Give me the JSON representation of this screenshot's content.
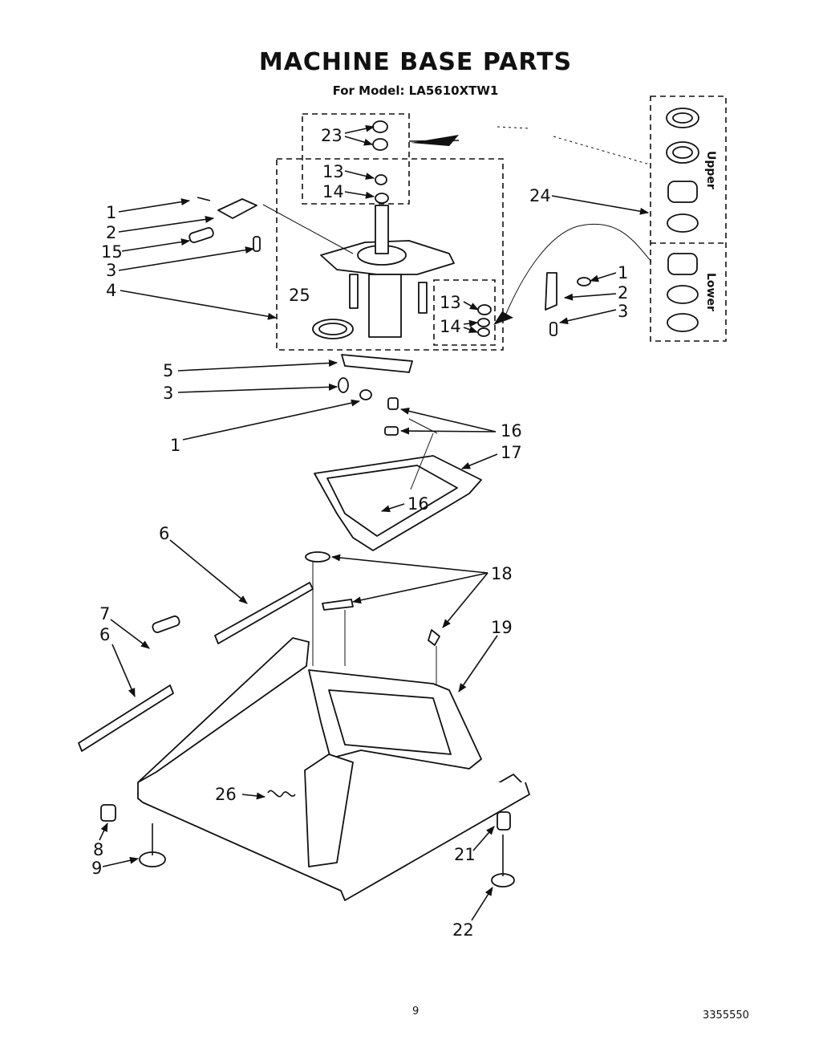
{
  "header": {
    "title": "MACHINE BASE PARTS",
    "subtitle": "For Model: LA5610XTW1"
  },
  "side_labels": {
    "upper": "Upper",
    "lower": "Lower"
  },
  "callouts": [
    "1",
    "2",
    "15",
    "3",
    "4",
    "25",
    "23",
    "13",
    "14",
    "24",
    "1",
    "2",
    "3",
    "13",
    "14",
    "5",
    "3",
    "1",
    "16",
    "17",
    "16",
    "6",
    "18",
    "7",
    "6",
    "19",
    "26",
    "8",
    "9",
    "21",
    "22"
  ],
  "footer": {
    "page_number": "9",
    "doc_code": "3355550"
  }
}
